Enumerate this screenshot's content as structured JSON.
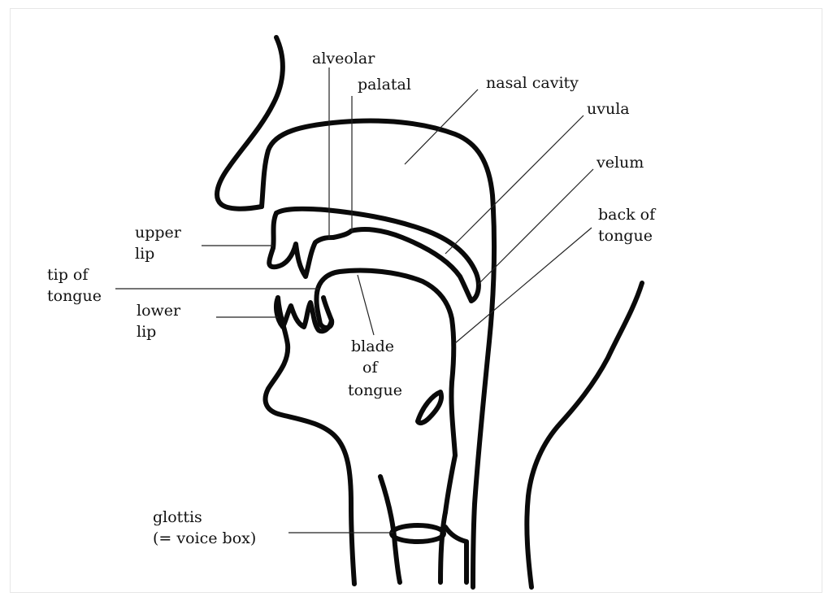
{
  "labels": {
    "alveolar": "alveolar",
    "palatal": "palatal",
    "nasal_cavity": "nasal cavity",
    "uvula": "uvula",
    "velum": "velum",
    "back_of_tongue_1": "back of",
    "back_of_tongue_2": "tongue",
    "upper_lip_1": "upper",
    "upper_lip_2": "lip",
    "tip_of_tongue_1": "tip of",
    "tip_of_tongue_2": "tongue",
    "lower_lip_1": "lower",
    "lower_lip_2": "lip",
    "blade_of_tongue_1": "blade",
    "blade_of_tongue_2": "of",
    "blade_of_tongue_3": "tongue",
    "glottis_1": "glottis",
    "glottis_2": "(= voice box)"
  },
  "colors": {
    "ink": "#0a0a0a",
    "background": "#ffffff"
  }
}
